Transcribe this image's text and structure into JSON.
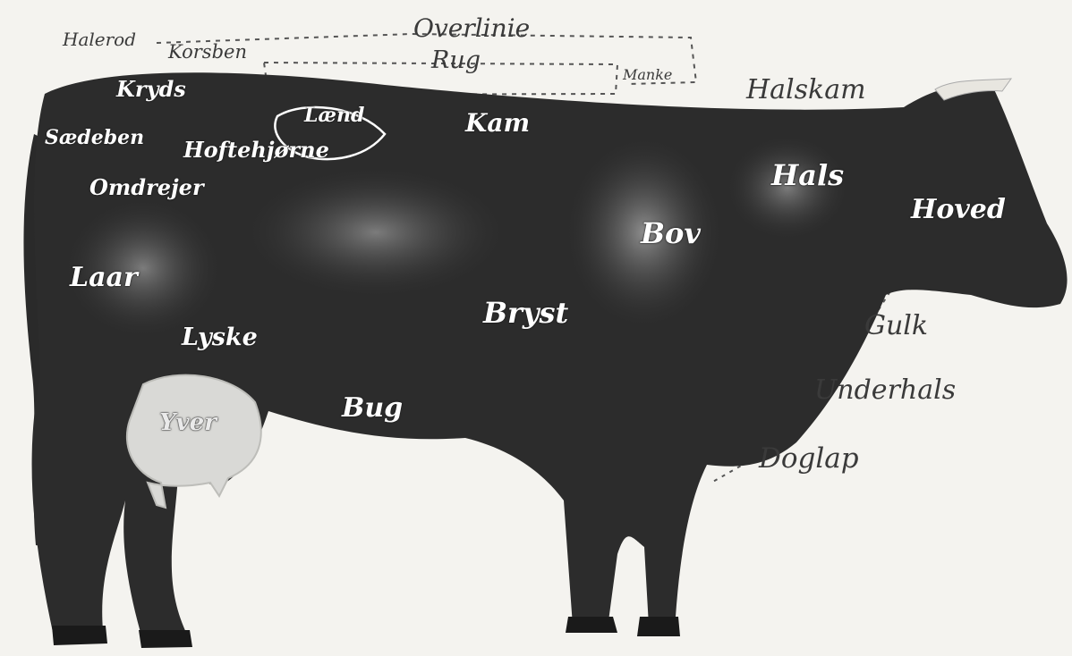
{
  "labels": {
    "overlinie": "Overlinie",
    "halerod": "Halerod",
    "korsben": "Korsben",
    "rug": "Rug",
    "manke": "Manke",
    "halskam": "Halskam",
    "kryds": "Kryds",
    "laend": "Lænd",
    "kam": "Kam",
    "saedeben": "Sædeben",
    "hoftehjorne": "Hoftehjørne",
    "omdrejer": "Omdrejer",
    "hals": "Hals",
    "hoved": "Hoved",
    "bov": "Bov",
    "laar": "Laar",
    "bryst": "Bryst",
    "lyske": "Lyske",
    "gulk": "Gulk",
    "underhals": "Underhals",
    "yver": "Yver",
    "bug": "Bug",
    "doglap": "Doglap"
  },
  "colors": {
    "background": "#f4f3ef",
    "body": "#2c2c2c",
    "shade_light": "#8f8f8f",
    "udder": "#d9d9d6",
    "label_inside": "#ffffff",
    "label_outside": "#3a3a3a"
  }
}
